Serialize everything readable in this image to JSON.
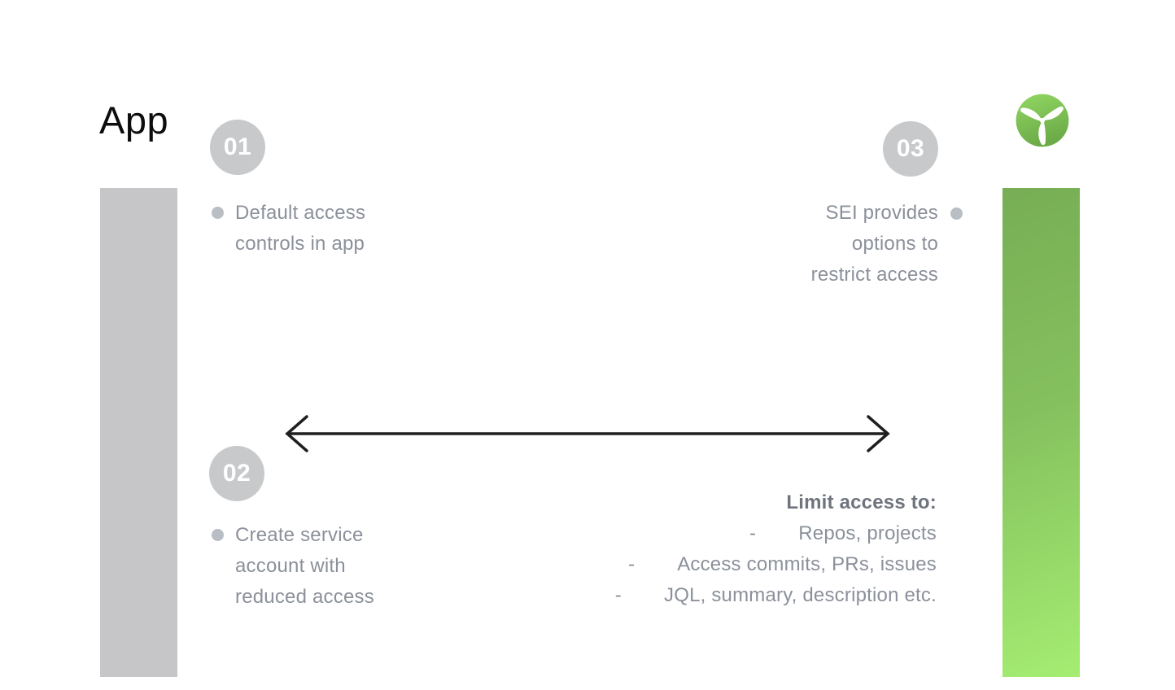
{
  "header": {
    "title": "App"
  },
  "brand": {
    "logo_icon": "propeller-icon",
    "green_dark": "#77ae55",
    "green_light": "#a4ed72",
    "logo_green_top": "#92d763",
    "logo_green_bottom": "#6cab48"
  },
  "steps": [
    {
      "number": "01",
      "lines": [
        "Default access",
        "controls in app"
      ]
    },
    {
      "number": "02",
      "lines": [
        "Create service",
        "account with",
        "reduced access"
      ]
    },
    {
      "number": "03",
      "lines": [
        "SEI provides",
        "options to",
        "restrict access"
      ]
    }
  ],
  "limit_access": {
    "title": "Limit access to:",
    "marker": "-",
    "items": [
      "Repos, projects",
      "Access commits, PRs, issues",
      "JQL, summary, description etc."
    ]
  }
}
